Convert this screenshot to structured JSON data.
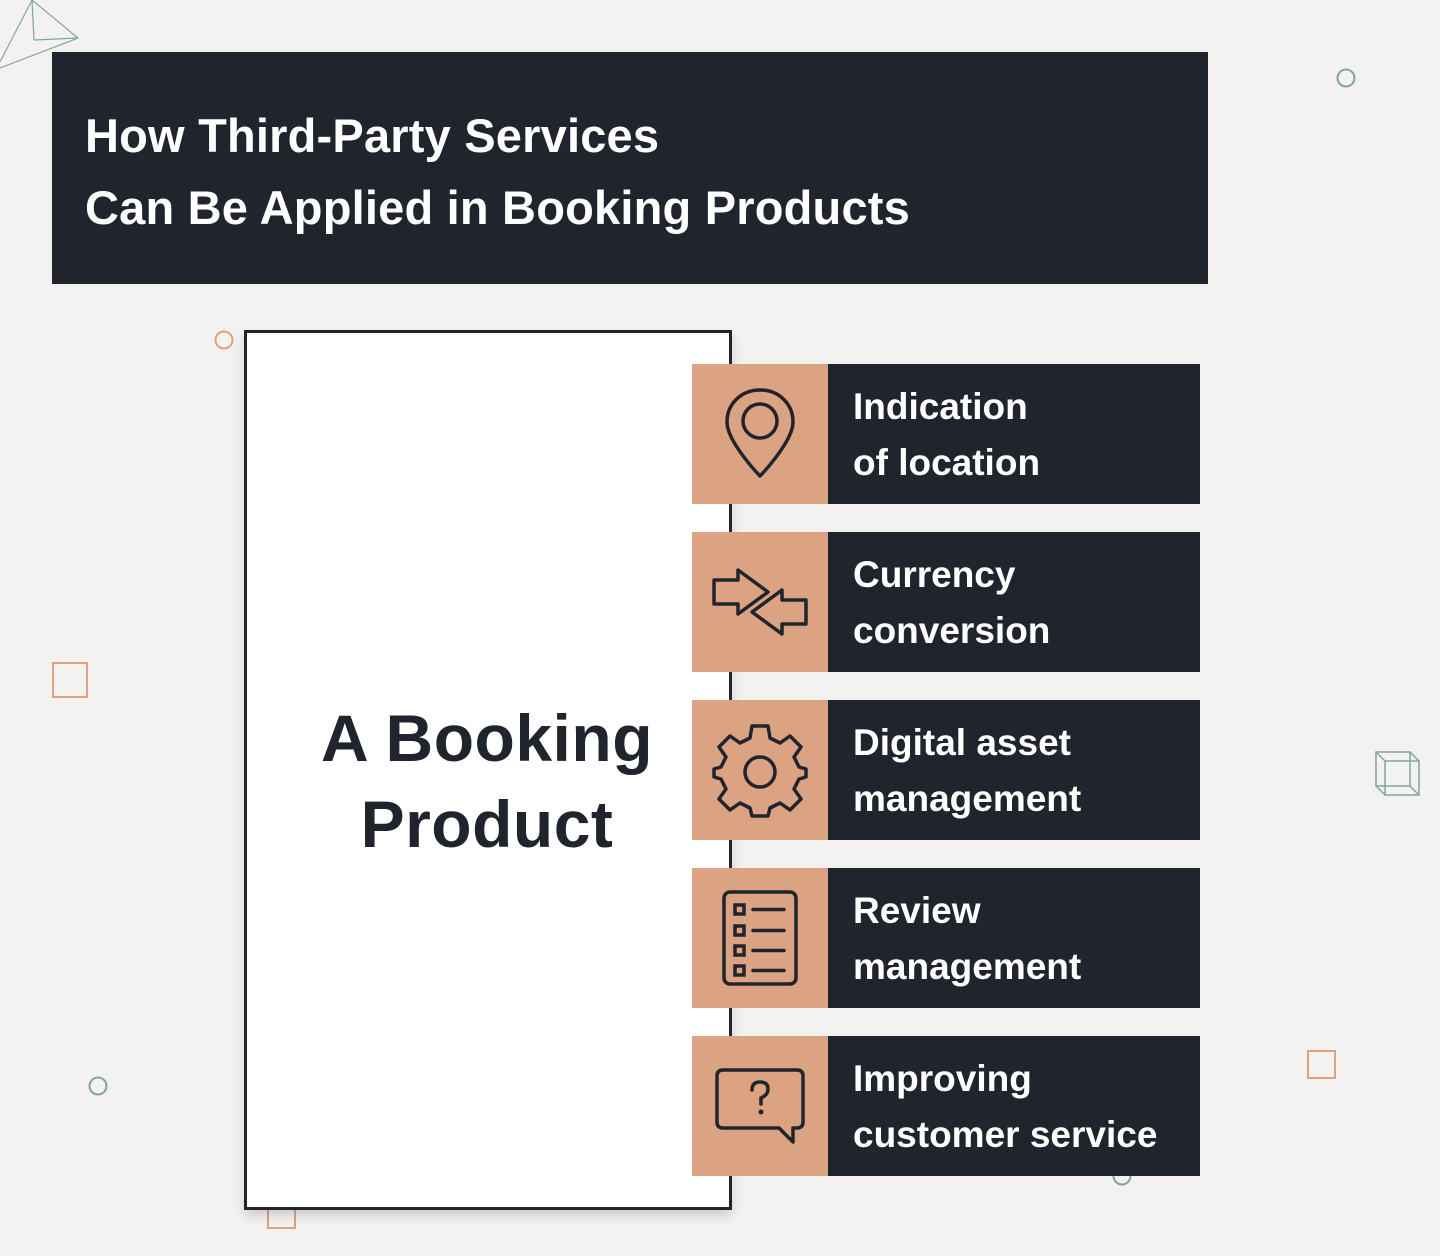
{
  "header": {
    "title_line1": "How Third-Party Services",
    "title_line2": "Can Be Applied in Booking Products"
  },
  "product": {
    "title_line1": "A Booking",
    "title_line2": "Product"
  },
  "services": [
    {
      "icon": "location-pin-icon",
      "line1": "Indication",
      "line2": "of location"
    },
    {
      "icon": "exchange-arrows-icon",
      "line1": "Currency",
      "line2": "conversion"
    },
    {
      "icon": "gear-icon",
      "line1": "Digital asset",
      "line2": "management"
    },
    {
      "icon": "checklist-icon",
      "line1": "Review",
      "line2": "management"
    },
    {
      "icon": "question-chat-icon",
      "line1": "Improving",
      "line2": "customer service"
    }
  ],
  "colors": {
    "dark": "#20242c",
    "accent": "#dca382",
    "background": "#f3f2f0",
    "deco_green": "#7fa895",
    "deco_orange": "#dca382"
  }
}
